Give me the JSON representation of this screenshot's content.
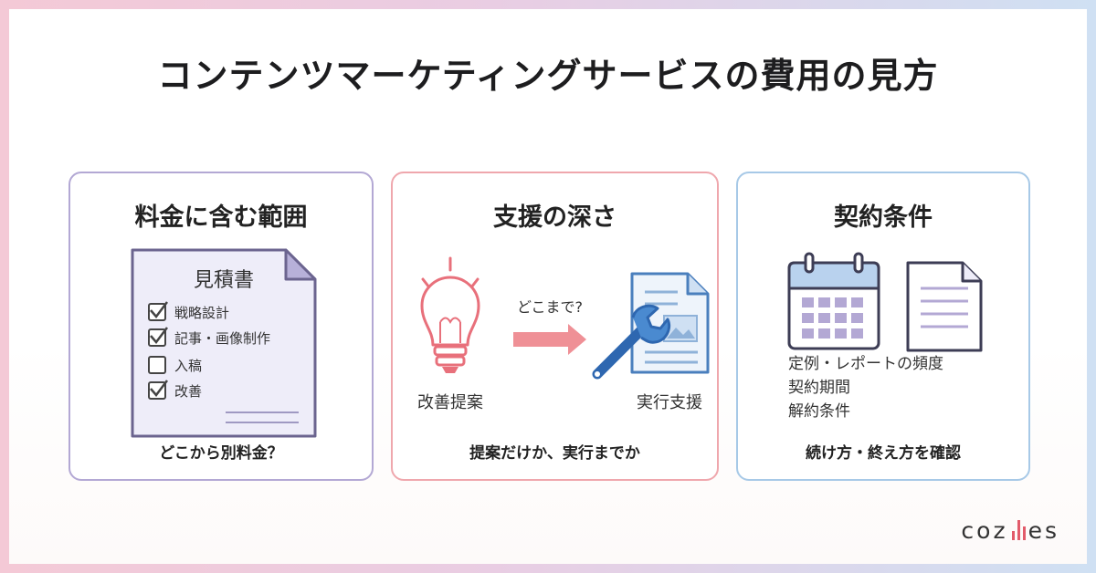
{
  "title": "コンテンツマーケティングサービスの費用の見方",
  "cards": [
    {
      "title": "料金に含む範囲",
      "caption": "どこから別料金？",
      "document_title": "見積書",
      "checklist": [
        {
          "label": "戦略設計",
          "checked": true
        },
        {
          "label": "記事・画像制作",
          "checked": true
        },
        {
          "label": "入稿",
          "checked": false
        },
        {
          "label": "改善",
          "checked": true
        }
      ]
    },
    {
      "title": "支援の深さ",
      "caption": "提案だけか、実行までか",
      "arrow_label": "どこまで?",
      "left_label": "改善提案",
      "right_label": "実行支援"
    },
    {
      "title": "契約条件",
      "caption": "続け方・終え方を確認",
      "terms": [
        "定例・レポートの頻度",
        "契約期間",
        "解約条件"
      ]
    }
  ],
  "logo": {
    "prefix": "coz",
    "suffix": "es"
  },
  "colors": {
    "purple_border": "#b3a8d4",
    "pink_border": "#efa7ad",
    "blue_border": "#a7c9e7",
    "doc_fill": "#eeedf9",
    "accent_red": "#e25b6a"
  }
}
